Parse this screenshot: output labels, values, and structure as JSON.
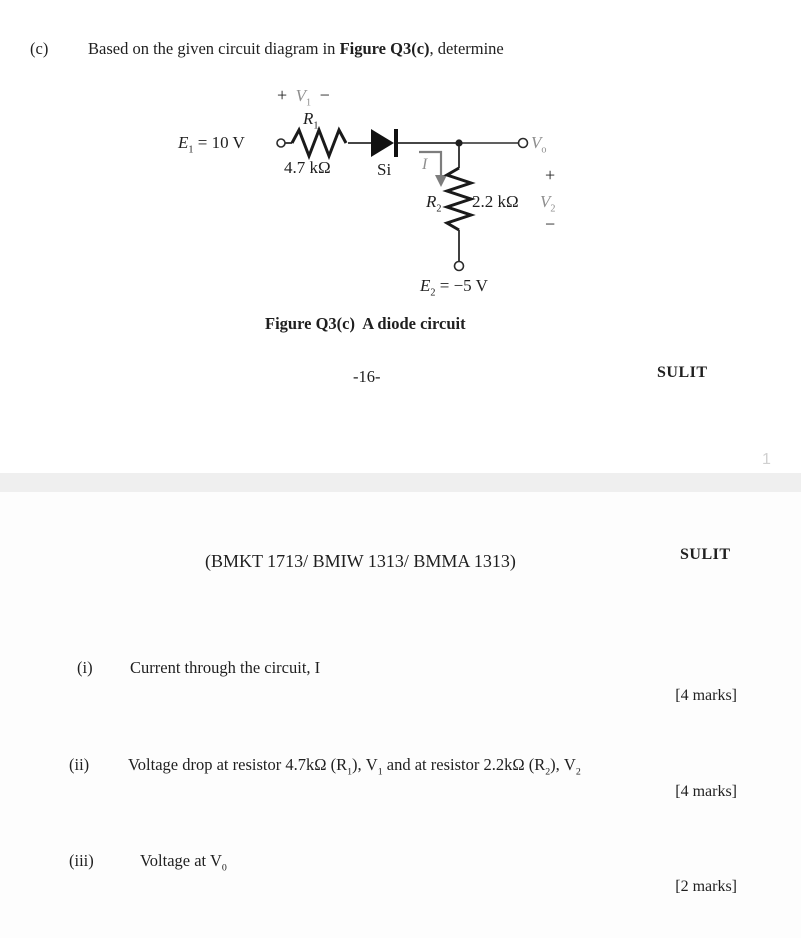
{
  "colors": {
    "ink": "#1f1f1f",
    "muted_label": "#8f8f8f",
    "divider_band": "#efefef",
    "wire": "#2b2b2b",
    "current_arrow": "#7d7d7d"
  },
  "page1": {
    "item_label": "(c)",
    "prompt_pre": "Based on the given circuit diagram in ",
    "prompt_bold": "Figure Q3(c)",
    "prompt_post": ", determine",
    "figure_caption": "Figure Q3(c)  A diode circuit",
    "page_number": "-16-",
    "sulit": "SULIT"
  },
  "circuit": {
    "v1": {
      "plus": "+",
      "sym": "V",
      "sub": "1",
      "minus": "−"
    },
    "r1": {
      "sym": "R",
      "sub": "1",
      "value": "4.7 kΩ"
    },
    "e1": {
      "sym": "E",
      "sub": "1",
      "rest": " = 10 V"
    },
    "diode_label": "Si",
    "current_label": "I",
    "vo": {
      "sym": "V",
      "sub": "o"
    },
    "r2": {
      "sym": "R",
      "sub": "2",
      "value": "2.2 kΩ"
    },
    "v2": {
      "plus": "+",
      "sym": "V",
      "sub": "2",
      "minus": "−"
    },
    "e2": {
      "sym": "E",
      "sub": "2",
      "rest": " = −5 V"
    }
  },
  "viewer": {
    "page_indicator": "1"
  },
  "page2": {
    "course_codes": "(BMKT 1713/ BMIW 1313/ BMMA 1313)",
    "sulit": "SULIT",
    "questions": [
      {
        "num": "(i)",
        "p1": "Current through the circuit, I",
        "marks": "[4 marks]"
      },
      {
        "num": "(ii)",
        "p1": "Voltage drop at resistor 4.7kΩ (R",
        "s1": "1",
        "p2": "), V",
        "s2": "1",
        "p3": " and at resistor 2.2kΩ (R",
        "s3": "2",
        "p4": "), V",
        "s4": "2",
        "marks": "[4 marks]"
      },
      {
        "num": "(iii)",
        "p1": "Voltage at V",
        "s1": "0",
        "marks": "[2 marks]"
      }
    ]
  }
}
